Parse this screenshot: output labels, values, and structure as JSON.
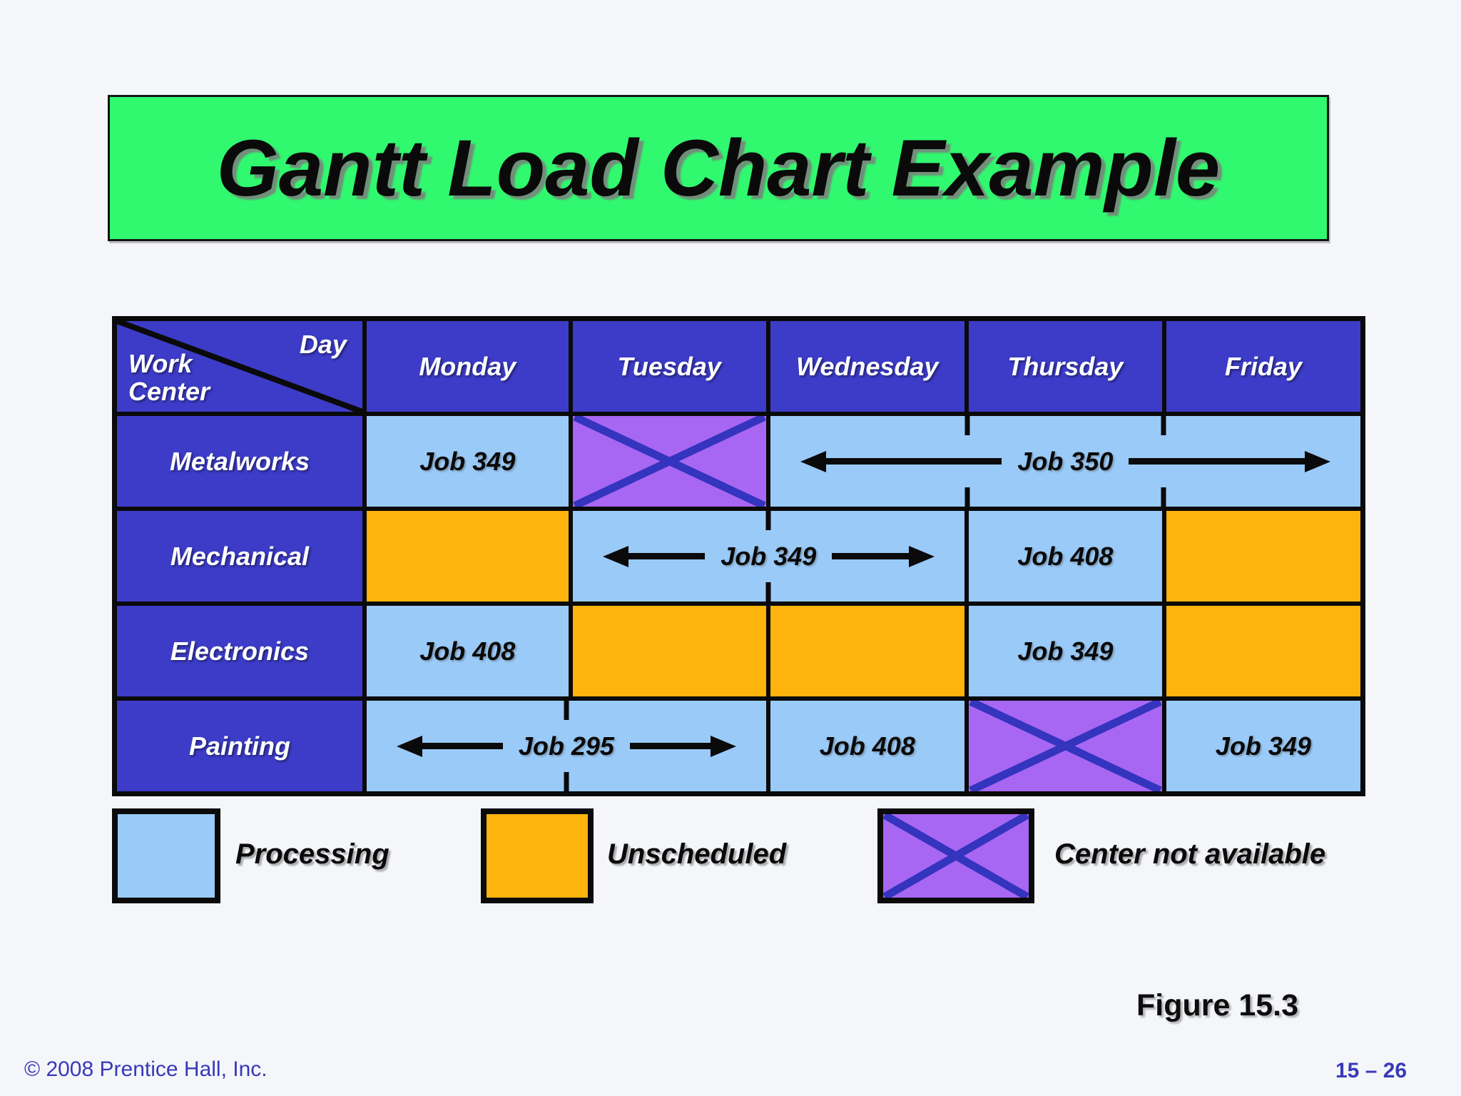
{
  "slide": {
    "title": "Gantt Load Chart Example",
    "figure_label": "Figure 15.3",
    "footer_left": "© 2008 Prentice Hall, Inc.",
    "footer_right": "15 – 26"
  },
  "colors": {
    "background": "#F4F6FA",
    "banner_green": "#30F96F",
    "header_blue": "#3C3CC8",
    "processing_blue": "#9ACAF8",
    "unscheduled_orange": "#FFB30D",
    "unavailable_purple": "#A767F2",
    "x_stroke": "#3434BE",
    "footer_blue": "#3939B8"
  },
  "chart_data": {
    "type": "table",
    "subtype": "gantt_load_chart",
    "title": "Gantt Load Chart Example",
    "corner_top_right": "Day",
    "corner_bottom_left": "Work Center",
    "columns": [
      "Monday",
      "Tuesday",
      "Wednesday",
      "Thursday",
      "Friday"
    ],
    "rows": [
      {
        "work_center": "Metalworks",
        "cells": [
          {
            "status": "processing",
            "job": "Job 349",
            "days": [
              "Monday"
            ],
            "span": 1,
            "arrows": false
          },
          {
            "status": "unavailable",
            "job": null,
            "days": [
              "Tuesday"
            ],
            "span": 1,
            "arrows": false
          },
          {
            "status": "processing",
            "job": "Job 350",
            "days": [
              "Wednesday",
              "Thursday",
              "Friday"
            ],
            "span": 3,
            "arrows": true
          }
        ]
      },
      {
        "work_center": "Mechanical",
        "cells": [
          {
            "status": "unscheduled",
            "job": null,
            "days": [
              "Monday"
            ],
            "span": 1,
            "arrows": false
          },
          {
            "status": "processing",
            "job": "Job 349",
            "days": [
              "Tuesday",
              "Wednesday"
            ],
            "span": 2,
            "arrows": true
          },
          {
            "status": "processing",
            "job": "Job 408",
            "days": [
              "Thursday"
            ],
            "span": 1,
            "arrows": false
          },
          {
            "status": "unscheduled",
            "job": null,
            "days": [
              "Friday"
            ],
            "span": 1,
            "arrows": false
          }
        ]
      },
      {
        "work_center": "Electronics",
        "cells": [
          {
            "status": "processing",
            "job": "Job 408",
            "days": [
              "Monday"
            ],
            "span": 1,
            "arrows": false
          },
          {
            "status": "unscheduled",
            "job": null,
            "days": [
              "Tuesday"
            ],
            "span": 1,
            "arrows": false
          },
          {
            "status": "unscheduled",
            "job": null,
            "days": [
              "Wednesday"
            ],
            "span": 1,
            "arrows": false
          },
          {
            "status": "processing",
            "job": "Job 349",
            "days": [
              "Thursday"
            ],
            "span": 1,
            "arrows": false
          },
          {
            "status": "unscheduled",
            "job": null,
            "days": [
              "Friday"
            ],
            "span": 1,
            "arrows": false
          }
        ]
      },
      {
        "work_center": "Painting",
        "cells": [
          {
            "status": "processing",
            "job": "Job 295",
            "days": [
              "Monday",
              "Tuesday"
            ],
            "span": 2,
            "arrows": true
          },
          {
            "status": "processing",
            "job": "Job 408",
            "days": [
              "Wednesday"
            ],
            "span": 1,
            "arrows": false
          },
          {
            "status": "unavailable",
            "job": null,
            "days": [
              "Thursday"
            ],
            "span": 1,
            "arrows": false
          },
          {
            "status": "processing",
            "job": "Job 349",
            "days": [
              "Friday"
            ],
            "span": 1,
            "arrows": false
          }
        ]
      }
    ],
    "legend": [
      {
        "status": "processing",
        "label": "Processing"
      },
      {
        "status": "unscheduled",
        "label": "Unscheduled"
      },
      {
        "status": "unavailable",
        "label": "Center not available"
      }
    ]
  }
}
